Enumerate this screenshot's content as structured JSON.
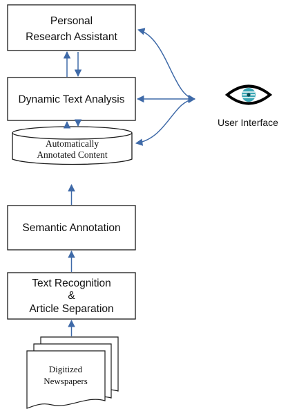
{
  "nodes": {
    "personal_research_assistant": {
      "line1": "Personal",
      "line2": "Research Assistant"
    },
    "dynamic_text_analysis": {
      "line1": "Dynamic Text Analysis"
    },
    "annotated_content": {
      "line1": "Automatically",
      "line2": "Annotated Content"
    },
    "semantic_annotation": {
      "line1": "Semantic Annotation"
    },
    "text_recognition": {
      "line1": "Text Recognition",
      "line2": "&",
      "line3": "Article Separation"
    },
    "digitized_newspapers": {
      "line1": "Digitized",
      "line2": "Newspapers"
    },
    "user_interface": {
      "label": "User Interface",
      "icon": "eye-icon"
    }
  },
  "colors": {
    "arrow": "#3f6aa8",
    "box_border": "#1a1a1a",
    "icon": "#000000",
    "iris": "#3aa7b5"
  }
}
